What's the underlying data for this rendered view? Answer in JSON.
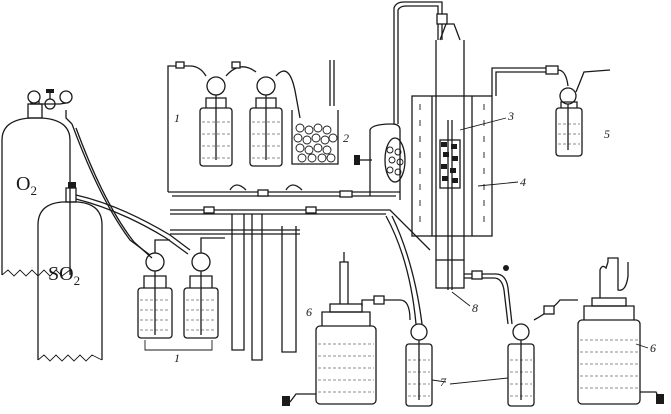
{
  "cylinders": [
    {
      "formula": "O",
      "subscript": "2"
    },
    {
      "formula": "SO",
      "subscript": "2"
    }
  ],
  "labels": {
    "wash_bottles_top": "1",
    "wash_bottles_bottom": "1",
    "drying_tube": "2",
    "reactor_tube": "3",
    "furnace": "4",
    "absorber": "5",
    "aspirator_left": "6",
    "aspirator_right": "6",
    "bottles_7": "7",
    "thermocouple": "8"
  }
}
